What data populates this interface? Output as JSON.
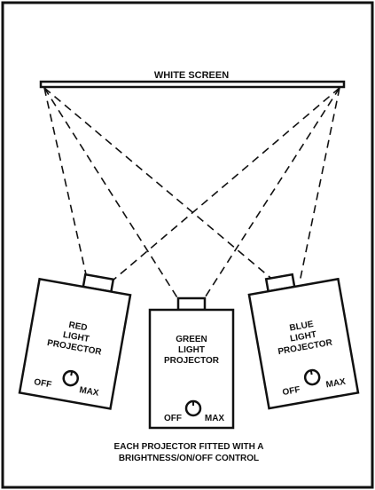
{
  "screen": {
    "label": "WHITE SCREEN"
  },
  "projectors": [
    {
      "id": "red",
      "name_lines": [
        "RED",
        "LIGHT",
        "PROJECTOR"
      ],
      "control": {
        "off_label": "OFF",
        "max_label": "MAX"
      }
    },
    {
      "id": "green",
      "name_lines": [
        "GREEN",
        "LIGHT",
        "PROJECTOR"
      ],
      "control": {
        "off_label": "OFF",
        "max_label": "MAX"
      }
    },
    {
      "id": "blue",
      "name_lines": [
        "BLUE",
        "LIGHT",
        "PROJECTOR"
      ],
      "control": {
        "off_label": "OFF",
        "max_label": "MAX"
      }
    }
  ],
  "caption": {
    "line1": "EACH PROJECTOR FITTED WITH A",
    "line2": "BRIGHTNESS/ON/OFF CONTROL"
  }
}
